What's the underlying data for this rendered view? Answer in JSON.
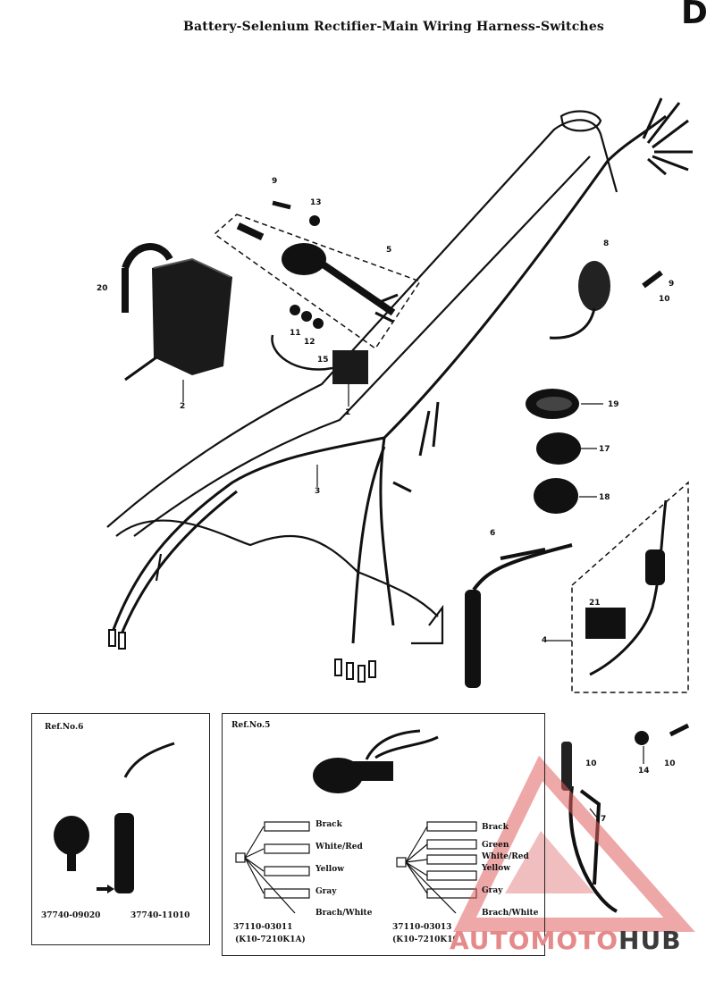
{
  "title": "Battery-Selenium Rectifier-Main Wiring Harness-Switches",
  "corner_label": "D",
  "callouts": {
    "c9a": "9",
    "c13": "13",
    "c5": "5",
    "c20": "20",
    "c11": "11",
    "c12": "12",
    "c15": "15",
    "c1": "1",
    "c2": "2",
    "c3": "3",
    "c8": "8",
    "c9b": "9",
    "c10a": "10",
    "c19": "19",
    "c17": "17",
    "c18": "18",
    "c6": "6",
    "c21": "21",
    "c4": "4",
    "c10b": "10",
    "c14": "14",
    "c10c": "10",
    "c7": "7"
  },
  "ref6": {
    "title": "Ref.No.6",
    "part_left": "37740-09020",
    "part_right": "37740-11010"
  },
  "ref5": {
    "title": "Ref.No.5",
    "left_wires": [
      "Brack",
      "White/Red",
      "Yellow",
      "Gray",
      "Brach/White"
    ],
    "right_wires": [
      "Brack",
      "Green",
      "White/Red",
      "Yellow",
      "Gray",
      "Brach/White"
    ],
    "part_left": "37110-03011",
    "part_left_sub": "(K10-7210K1A)",
    "part_right": "37110-03013",
    "part_right_sub": "(K10-7210K10"
  },
  "watermark": {
    "part1": "AUTO",
    "part2": "MOTO",
    "part3": "HUB"
  },
  "colors": {
    "ink": "#111111",
    "watermark": "#e58a8a"
  }
}
